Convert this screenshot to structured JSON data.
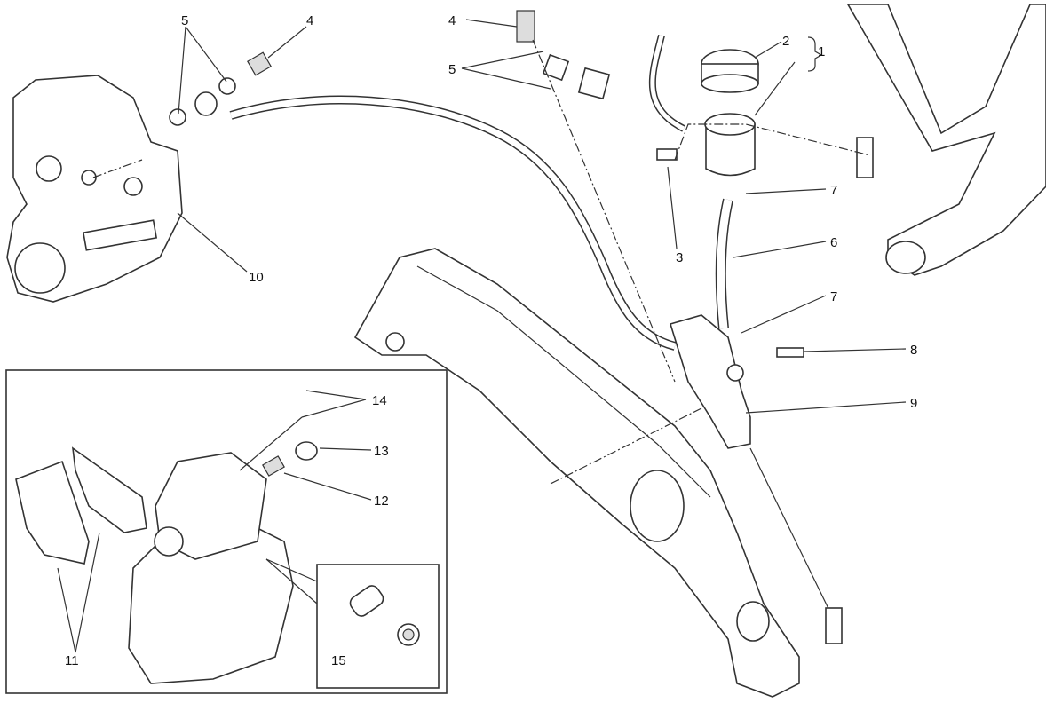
{
  "diagram": {
    "callouts": {
      "c1": "1",
      "c2": "2",
      "c3": "3",
      "c4a": "4",
      "c4b": "4",
      "c5a": "5",
      "c5b": "5",
      "c6": "6",
      "c7a": "7",
      "c7b": "7",
      "c8": "8",
      "c9": "9",
      "c10": "10",
      "c11": "11",
      "c12": "12",
      "c13": "13",
      "c14": "14",
      "c15": "15"
    }
  }
}
